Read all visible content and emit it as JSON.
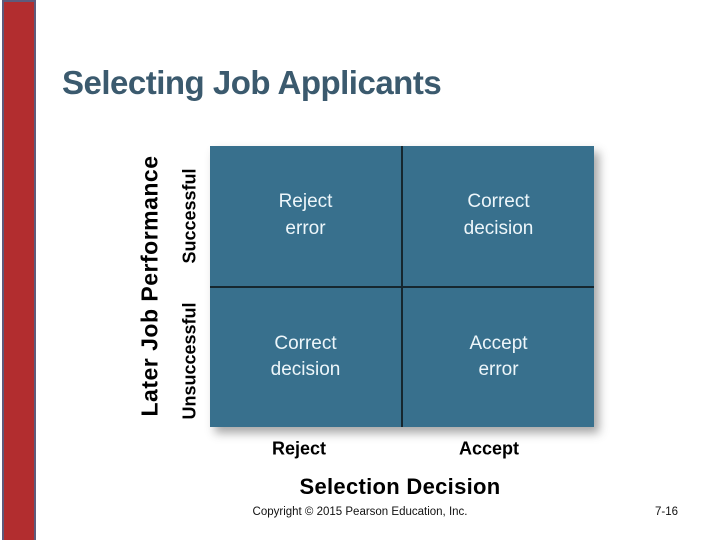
{
  "title": "Selecting Job Applicants",
  "matrix": {
    "y_axis_label": "Later Job Performance",
    "x_axis_label": "Selection Decision",
    "row_labels": [
      "Successful",
      "Unsuccessful"
    ],
    "col_labels": [
      "Reject",
      "Accept"
    ],
    "cells": {
      "top_left": {
        "line1": "Reject",
        "line2": "error"
      },
      "top_right": {
        "line1": "Correct",
        "line2": "decision"
      },
      "bottom_left": {
        "line1": "Correct",
        "line2": "decision"
      },
      "bottom_right": {
        "line1": "Accept",
        "line2": "error"
      }
    }
  },
  "footer": {
    "copyright": "Copyright © 2015 Pearson Education, Inc.",
    "page_number": "7-16"
  },
  "colors": {
    "accent_bar": "#b22d2f",
    "accent_bar_border": "#5e5b7c",
    "title_text": "#3b5a6e",
    "quadrant_fill": "#38708d",
    "quadrant_text": "#edf6fa",
    "grid_line": "#16272f",
    "axis_text": "#000000"
  }
}
